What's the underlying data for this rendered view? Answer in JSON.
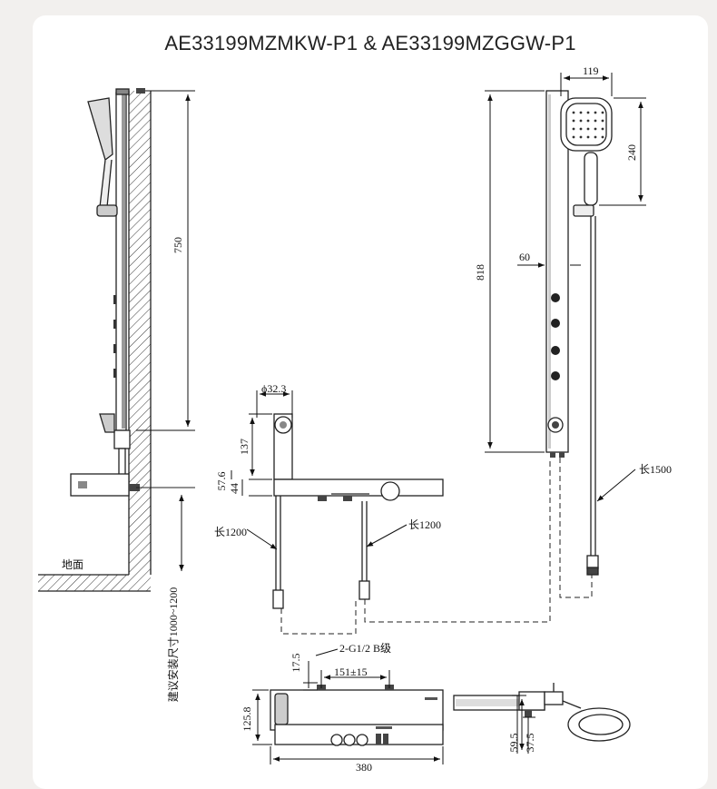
{
  "title": "AE33199MZMKW-P1 & AE33199MZGGW-P1",
  "dims": {
    "d750": "750",
    "d119": "119",
    "d240": "240",
    "d818": "818",
    "d60": "60",
    "d32": "ϕ32.3",
    "d137": "137",
    "d57": "57.6",
    "d44": "44",
    "len1200a": "长1200",
    "len1200b": "长1200",
    "len1500": "长1500",
    "ground": "地面",
    "install": "建议安装尺寸1000~1200",
    "g12": "2-G1/2 B级",
    "d175": "17.5",
    "d151": "151±15",
    "d1258": "125.8",
    "d380": "380",
    "d595": "59.5",
    "d375": "37.5"
  }
}
